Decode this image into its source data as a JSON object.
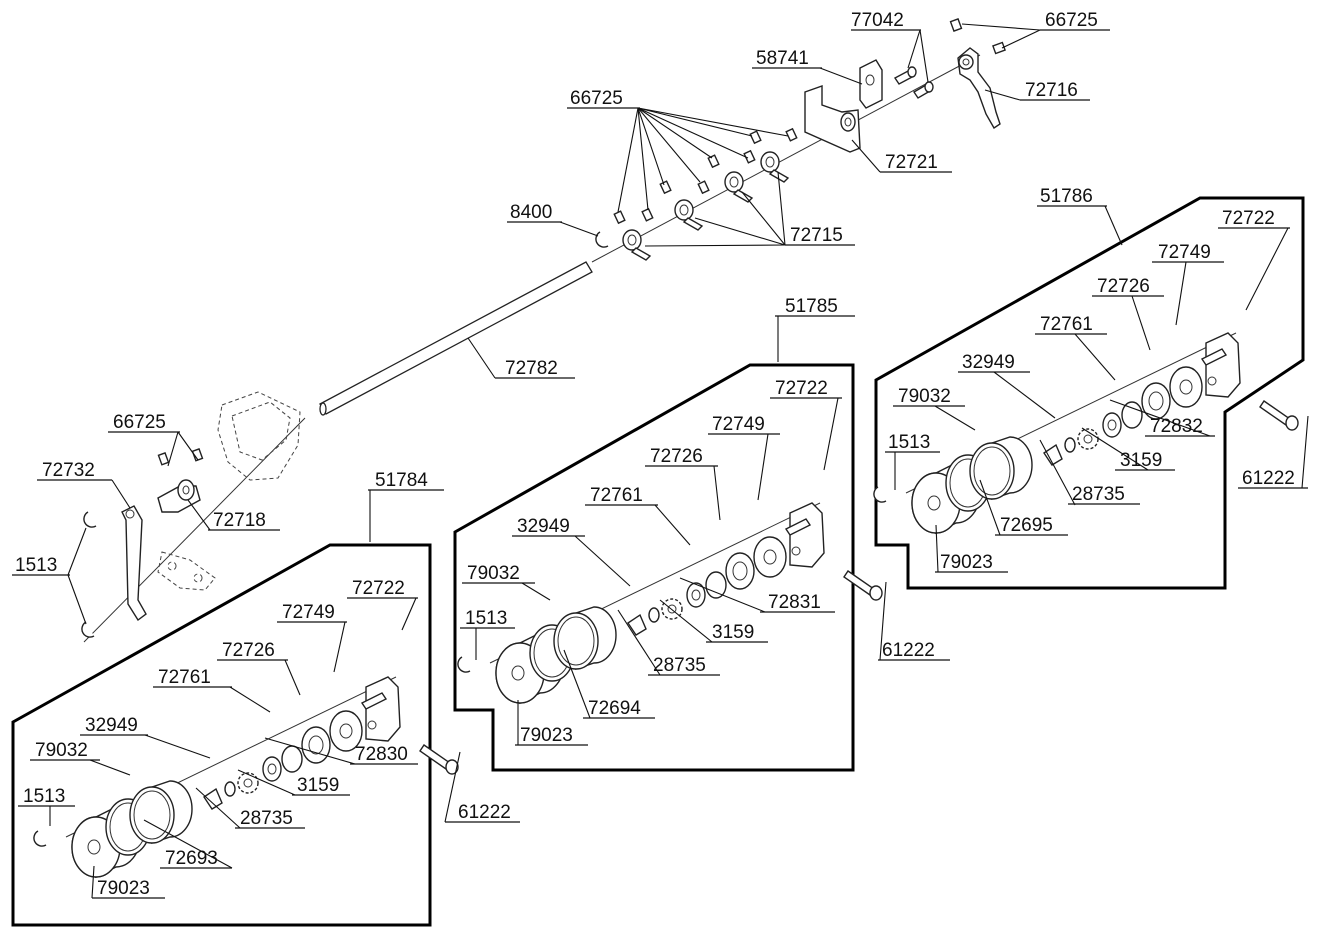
{
  "diagram": {
    "labels": {
      "l_77042": "77042",
      "l_66725_top": "66725",
      "l_58741": "58741",
      "l_72716": "72716",
      "l_66725_mid": "66725",
      "l_72721": "72721",
      "l_8400": "8400",
      "l_72715": "72715",
      "l_51786": "51786",
      "l_72722_c": "72722",
      "l_72749_c": "72749",
      "l_72726_c": "72726",
      "l_72761_c": "72761",
      "l_32949_c": "32949",
      "l_79032_c": "79032",
      "l_72832": "72832",
      "l_1513_c": "1513",
      "l_3159_c": "3159",
      "l_28735_c": "28735",
      "l_61222_c": "61222",
      "l_72695": "72695",
      "l_79023_c": "79023",
      "l_51785": "51785",
      "l_72782": "72782",
      "l_72722_b": "72722",
      "l_72749_b": "72749",
      "l_72726_b": "72726",
      "l_72761_b": "72761",
      "l_32949_b": "32949",
      "l_79032_b": "79032",
      "l_72831": "72831",
      "l_1513_b": "1513",
      "l_3159_b": "3159",
      "l_61222_b": "61222",
      "l_28735_b": "28735",
      "l_72694": "72694",
      "l_79023_b": "79023",
      "l_66725_left": "66725",
      "l_72732": "72732",
      "l_72718": "72718",
      "l_1513_left": "1513",
      "l_51784": "51784",
      "l_72722_a": "72722",
      "l_72749_a": "72749",
      "l_72726_a": "72726",
      "l_72761_a": "72761",
      "l_32949_a": "32949",
      "l_79032_a": "79032",
      "l_72830": "72830",
      "l_1513_a": "1513",
      "l_3159_a": "3159",
      "l_28735_a": "28735",
      "l_61222_a": "61222",
      "l_72693": "72693",
      "l_79023_a": "79023"
    }
  }
}
